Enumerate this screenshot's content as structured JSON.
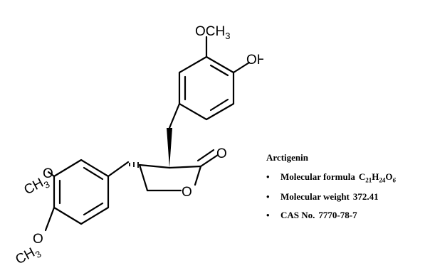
{
  "structure": {
    "atoms": {
      "methoxy_top": "OCH",
      "methoxy_top_sub": "3",
      "hydroxyl": "OH",
      "carbonyl_o": "O",
      "ring_o": "O",
      "methoxy_left": "CH",
      "methoxy_left_sub": "3",
      "methoxy_left_o": "O",
      "methoxy_bottom": "CH",
      "methoxy_bottom_sub": "3",
      "methoxy_bottom_o": "O"
    }
  },
  "info": {
    "title": "Arctigenin",
    "bullet": "•",
    "items": [
      {
        "label": "Molecular formula",
        "formula": [
          "C",
          "21",
          "H",
          "24",
          "O",
          "6"
        ]
      },
      {
        "label": "Molecular weight",
        "value": "372.41"
      },
      {
        "label": "CAS No.",
        "value": "7770-78-7"
      }
    ]
  }
}
